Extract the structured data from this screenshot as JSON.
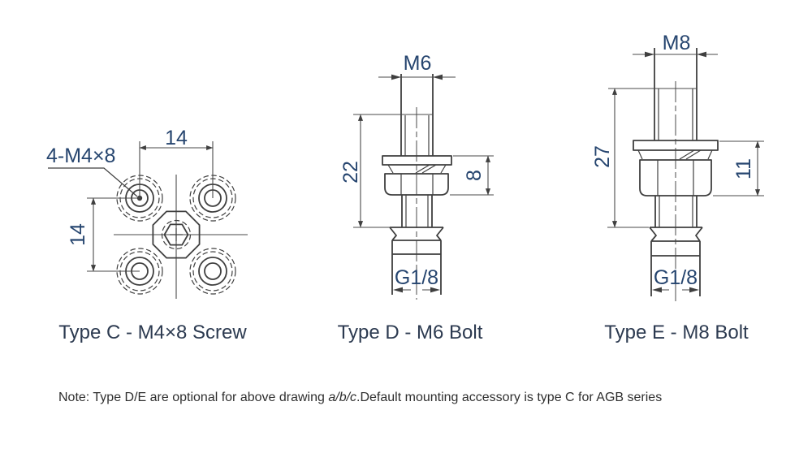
{
  "colors": {
    "outline": "#3f3f3f",
    "dimension_text": "#26456f",
    "caption_text": "#2c3a50",
    "note_text": "#2f2f2f",
    "background": "#ffffff"
  },
  "drawings": [
    {
      "id": "type-c",
      "caption": "Type C - M4×8 Screw",
      "dimensions": {
        "thread_callout": "4-M4×8",
        "bolt_spacing_horizontal": "14",
        "bolt_spacing_vertical": "14"
      }
    },
    {
      "id": "type-d",
      "caption": "Type D - M6 Bolt",
      "dimensions": {
        "thread": "M6",
        "length": "22",
        "nut_height": "8",
        "port_thread": "G1/8"
      }
    },
    {
      "id": "type-e",
      "caption": "Type E - M8 Bolt",
      "dimensions": {
        "thread": "M8",
        "length": "27",
        "nut_height": "11",
        "port_thread": "G1/8"
      }
    }
  ],
  "note": {
    "prefix": "Note: Type D/E are optional for above drawing ",
    "highlight": "a/b/c",
    "suffix": ".Default mounting accessory is type C for AGB series"
  }
}
